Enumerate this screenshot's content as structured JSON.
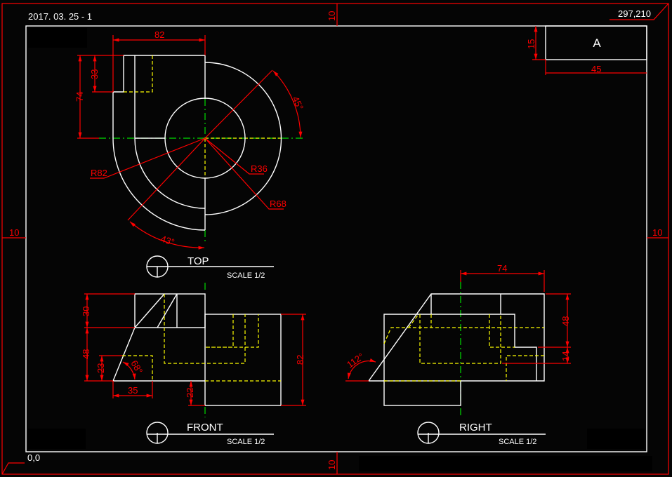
{
  "sheet": {
    "date_label": "2017. 03. 25 - 1",
    "origin_label": "0,0",
    "extent_label": "297,210",
    "margin_top": "10",
    "margin_bottom": "10",
    "margin_left": "10",
    "margin_right": "10"
  },
  "title_block": {
    "letter": "A",
    "height_dim": "15",
    "width_dim": "45"
  },
  "views": {
    "top": {
      "name": "TOP",
      "scale": "SCALE 1/2",
      "dims": {
        "width": "82",
        "height": "74",
        "step": "33",
        "r_outer": "R82",
        "r_inner": "R36",
        "r_mid": "R68",
        "angle_a": "45°",
        "angle_b": "43°"
      }
    },
    "front": {
      "name": "FRONT",
      "scale": "SCALE 1/2",
      "dims": {
        "upper": "30",
        "lower": "48",
        "slot_h": "23",
        "slot_w": "35",
        "base": "22",
        "total_h": "82",
        "angle": "68°"
      }
    },
    "right": {
      "name": "RIGHT",
      "scale": "SCALE 1/2",
      "dims": {
        "width": "74",
        "upper": "48",
        "lower": "14",
        "angle": "112°"
      }
    }
  },
  "colors": {
    "outline": "#ffffff",
    "dimension": "#ff0000",
    "hidden": "#ffff00",
    "center": "#00dd00",
    "background": "#050505"
  }
}
